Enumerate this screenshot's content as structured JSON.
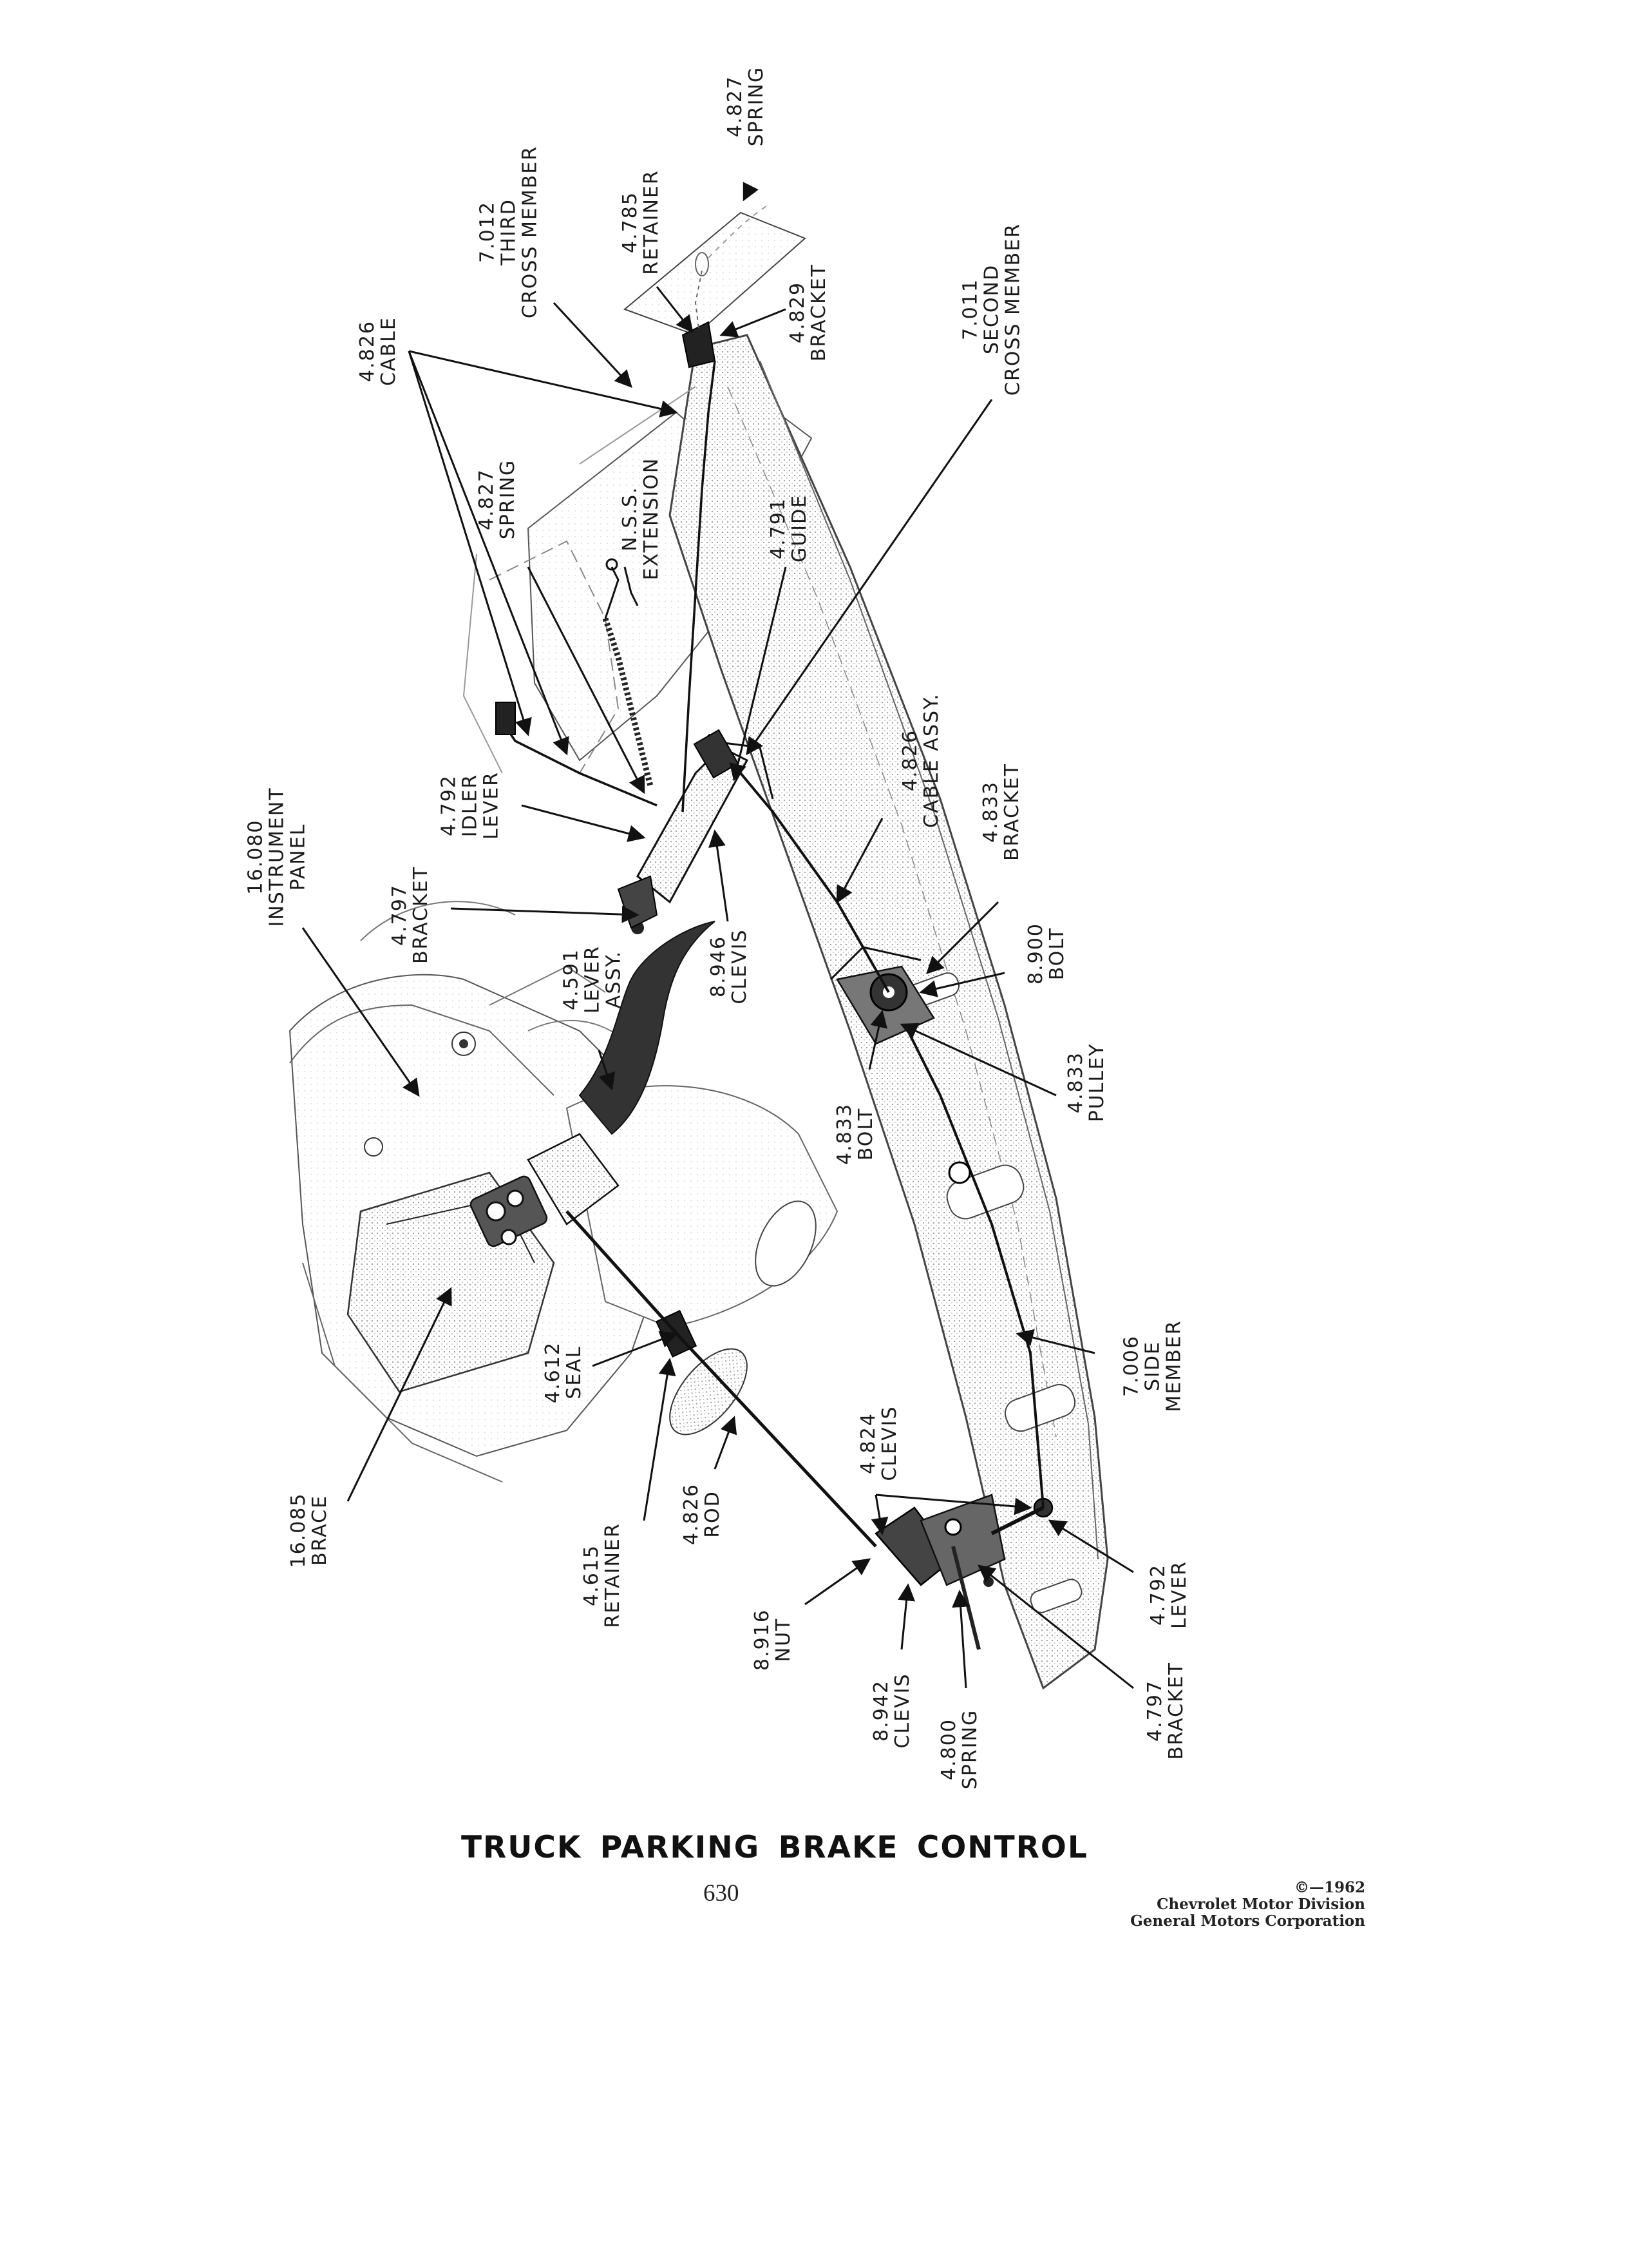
{
  "title": "TRUCK PARKING BRAKE CONTROL",
  "page_number": "630",
  "copyright": [
    "©—1962",
    "Chevrolet Motor Division",
    "General Motors Corporation"
  ],
  "callouts": [
    {
      "id": "cable-4826",
      "lines": [
        "4.826",
        "CABLE"
      ]
    },
    {
      "id": "third-cross-member",
      "lines": [
        "7.012",
        "THIRD",
        "CROSS MEMBER"
      ]
    },
    {
      "id": "retainer-4785",
      "lines": [
        "4.785",
        "RETAINER"
      ]
    },
    {
      "id": "spring-4827-top",
      "lines": [
        "4.827",
        "SPRING"
      ]
    },
    {
      "id": "bracket-4829",
      "lines": [
        "4.829",
        "BRACKET"
      ]
    },
    {
      "id": "second-cross-member",
      "lines": [
        "7.011",
        "SECOND",
        "CROSS MEMBER"
      ]
    },
    {
      "id": "spring-4827",
      "lines": [
        "4.827",
        "SPRING"
      ]
    },
    {
      "id": "nss-extension",
      "lines": [
        "N.S.S.",
        "EXTENSION"
      ]
    },
    {
      "id": "guide-4791",
      "lines": [
        "4.791",
        "GUIDE"
      ]
    },
    {
      "id": "cable-assy",
      "lines": [
        "4.826",
        "CABLE ASSY."
      ]
    },
    {
      "id": "instrument-panel",
      "lines": [
        "16.080",
        "INSTRUMENT",
        "PANEL"
      ]
    },
    {
      "id": "idler-lever",
      "lines": [
        "4.792",
        "IDLER",
        "LEVER"
      ]
    },
    {
      "id": "bracket-4797-top",
      "lines": [
        "4.797",
        "BRACKET"
      ]
    },
    {
      "id": "bracket-4833",
      "lines": [
        "4.833",
        "BRACKET"
      ]
    },
    {
      "id": "lever-assy",
      "lines": [
        "4.591",
        "LEVER",
        "ASSY."
      ]
    },
    {
      "id": "clevis-8946",
      "lines": [
        "8.946",
        "CLEVIS"
      ]
    },
    {
      "id": "bolt-8900",
      "lines": [
        "8.900",
        "BOLT"
      ]
    },
    {
      "id": "bolt-4833",
      "lines": [
        "4.833",
        "BOLT"
      ]
    },
    {
      "id": "pulley-4833",
      "lines": [
        "4.833",
        "PULLEY"
      ]
    },
    {
      "id": "seal-4612",
      "lines": [
        "4.612",
        "SEAL"
      ]
    },
    {
      "id": "side-member",
      "lines": [
        "7.006",
        "SIDE",
        "MEMBER"
      ]
    },
    {
      "id": "brace-16085",
      "lines": [
        "16.085",
        "BRACE"
      ]
    },
    {
      "id": "clevis-4824",
      "lines": [
        "4.824",
        "CLEVIS"
      ]
    },
    {
      "id": "rod-4826",
      "lines": [
        "4.826",
        "ROD"
      ]
    },
    {
      "id": "retainer-4615",
      "lines": [
        "4.615",
        "RETAINER"
      ]
    },
    {
      "id": "nut-8916",
      "lines": [
        "8.916",
        "NUT"
      ]
    },
    {
      "id": "lever-4792",
      "lines": [
        "4.792",
        "LEVER"
      ]
    },
    {
      "id": "clevis-8942",
      "lines": [
        "8.942",
        "CLEVIS"
      ]
    },
    {
      "id": "spring-4800",
      "lines": [
        "4.800",
        "SPRING"
      ]
    },
    {
      "id": "bracket-4797-bottom",
      "lines": [
        "4.797",
        "BRACKET"
      ]
    }
  ]
}
